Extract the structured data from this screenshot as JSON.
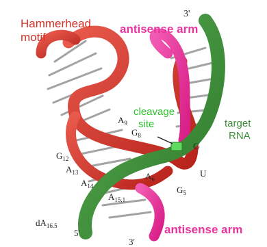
{
  "labels": {
    "hammerhead_line1": "Hammerhead",
    "hammerhead_line2": "motif",
    "antisense_top": "antisense arm",
    "antisense_bottom": "antisense arm",
    "cleavage_line1": "cleavage",
    "cleavage_line2": "site",
    "target_line1": "target",
    "target_line2": "RNA",
    "end_3_top": "3'",
    "end_5_bottom": "5'",
    "end_3_bottom": "3'",
    "nucleotides": {
      "A9": "A",
      "A9_sub": "9",
      "G8": "G",
      "G8_sub": "8",
      "G12": "G",
      "G12_sub": "12",
      "A13": "A",
      "A13_sub": "13",
      "A14": "A",
      "A14_sub": "14",
      "A6": "A",
      "A6_sub": "6",
      "G5": "G",
      "G5_sub": "5",
      "A15": "A",
      "A15_sub": "15.1",
      "dA16": "dA",
      "dA16_sub": "16.5",
      "C": "C",
      "U": "U"
    }
  },
  "colors": {
    "hammerhead": "#d63228",
    "antisense": "#e8349e",
    "target": "#3e8e3a",
    "cleavage": "#5fdc5f",
    "bases": "#9a9a9a",
    "text_dark": "#222222"
  }
}
